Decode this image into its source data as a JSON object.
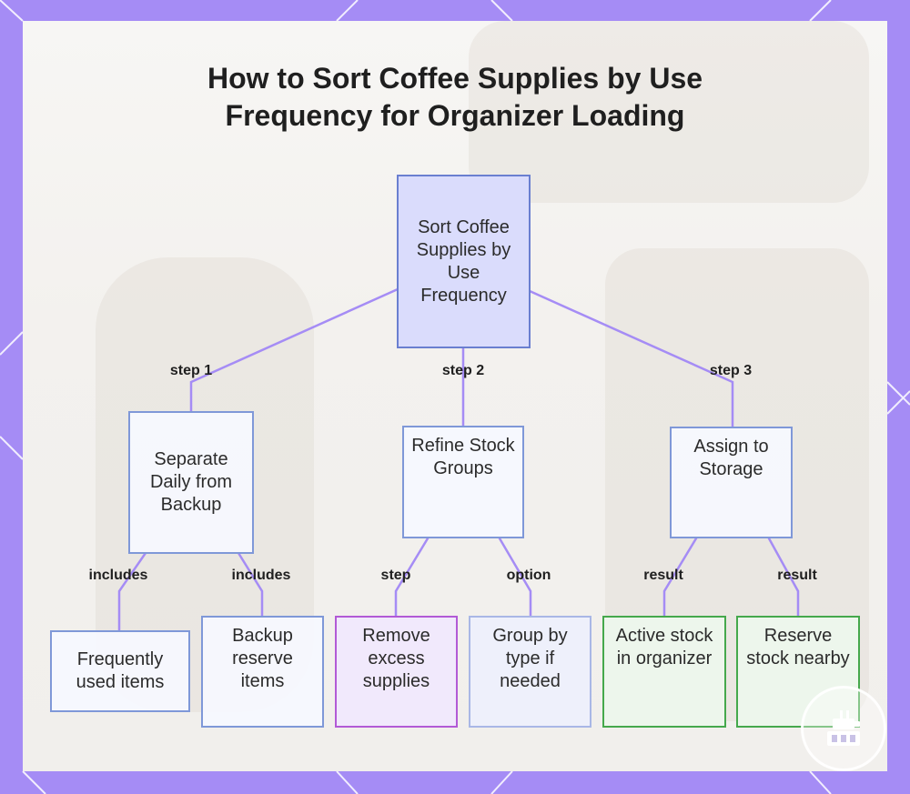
{
  "title": {
    "line1": "How to Sort Coffee Supplies by Use",
    "line2": "Frequency for Organizer Loading"
  },
  "colors": {
    "background": "#a58cf5",
    "edge": "#a58cf5",
    "root_fill": "#dadcfc",
    "blue_border": "#7f98d8",
    "purple_border": "#b25ad6",
    "green_border": "#45a84c"
  },
  "nodes": {
    "root": "Sort Coffee Supplies by Use Frequency",
    "separate": "Separate Daily from Backup",
    "refine": "Refine Stock Groups",
    "assign": "Assign to Storage",
    "frequent": "Frequently used items",
    "backup": "Backup reserve items",
    "remove": "Remove excess supplies",
    "group": "Group by type if needed",
    "active": "Active stock in organizer",
    "reserve": "Reserve stock nearby"
  },
  "edges": {
    "step1": "step 1",
    "step2": "step 2",
    "step3": "step 3",
    "includes_a": "includes",
    "includes_b": "includes",
    "step": "step",
    "option": "option",
    "result_a": "result",
    "result_b": "result"
  },
  "watermark_icon": "robot-icon"
}
